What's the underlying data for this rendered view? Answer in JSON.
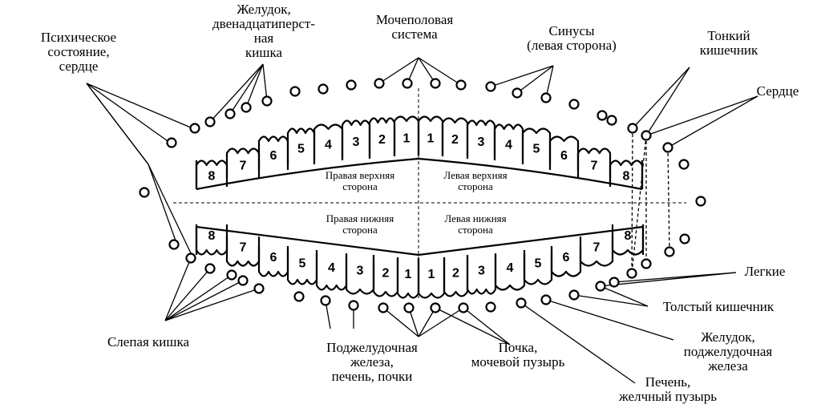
{
  "labels": {
    "psych": [
      "Психическое",
      "состояние,",
      "сердце"
    ],
    "stomach_duod": [
      "Желудок,",
      "двенадцатиперст-",
      "ная",
      "кишка"
    ],
    "urogenital": [
      "Мочеполовая",
      "система"
    ],
    "sinuses": [
      "Синусы",
      "(левая сторона)"
    ],
    "small_intestine": [
      "Тонкий",
      "кишечник"
    ],
    "heart": [
      "Сердце"
    ],
    "lungs": [
      "Легкие"
    ],
    "large_intestine": [
      "Толстый кишечник"
    ],
    "stomach_pancreas": [
      "Желудок,",
      "поджелудочная",
      "железа"
    ],
    "liver_gall": [
      "Печень,",
      "желчный пузырь"
    ],
    "kidney_bladder": [
      "Почка,",
      "мочевой пузырь"
    ],
    "pancreas_liver": [
      "Поджелудочная",
      "железа,",
      "печень, почки"
    ],
    "caecum": [
      "Слепая кишка"
    ]
  },
  "quadrants": {
    "upper_right": [
      "Правая верхняя",
      "сторона"
    ],
    "upper_left": [
      "Левая верхняя",
      "сторона"
    ],
    "lower_right": [
      "Правая нижняя",
      "сторона"
    ],
    "lower_left": [
      "Левая нижняя",
      "сторона"
    ]
  },
  "teeth": {
    "upper": [
      "8",
      "7",
      "6",
      "5",
      "4",
      "3",
      "2",
      "1",
      "1",
      "2",
      "3",
      "4",
      "5",
      "6",
      "7",
      "8"
    ],
    "lower": [
      "8",
      "7",
      "6",
      "5",
      "4",
      "3",
      "2",
      "1",
      "1",
      "2",
      "3",
      "4",
      "5",
      "6",
      "7",
      "8"
    ]
  }
}
